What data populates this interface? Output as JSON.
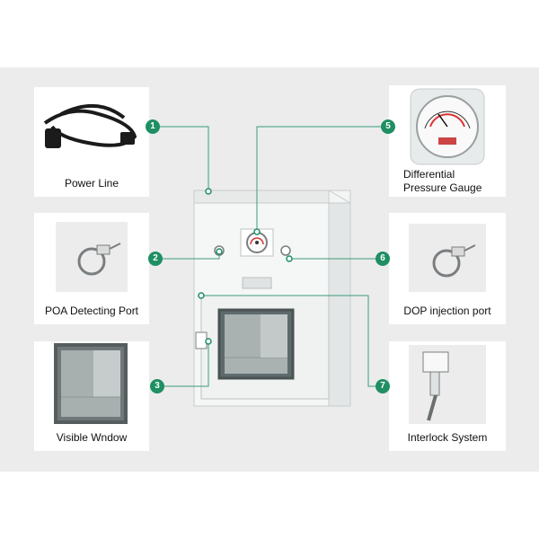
{
  "colors": {
    "accent": "#1f8f63",
    "background": "#ececec",
    "cabinet": "#f2f3f3"
  },
  "labels": {
    "power_line": "Power Line",
    "differential_line1": "Differential",
    "differential_line2": "Pressure Gauge",
    "poa_port": "POA Detecting Port",
    "dop_port": "DOP injection port",
    "visible_window": "Visible Wndow",
    "interlock": "Interlock System"
  },
  "badges": [
    "1",
    "2",
    "3",
    "5",
    "6",
    "7"
  ],
  "icons": [
    "power-cord-icon",
    "pressure-gauge-icon",
    "clamp-port-icon",
    "window-icon",
    "interlock-icon"
  ]
}
